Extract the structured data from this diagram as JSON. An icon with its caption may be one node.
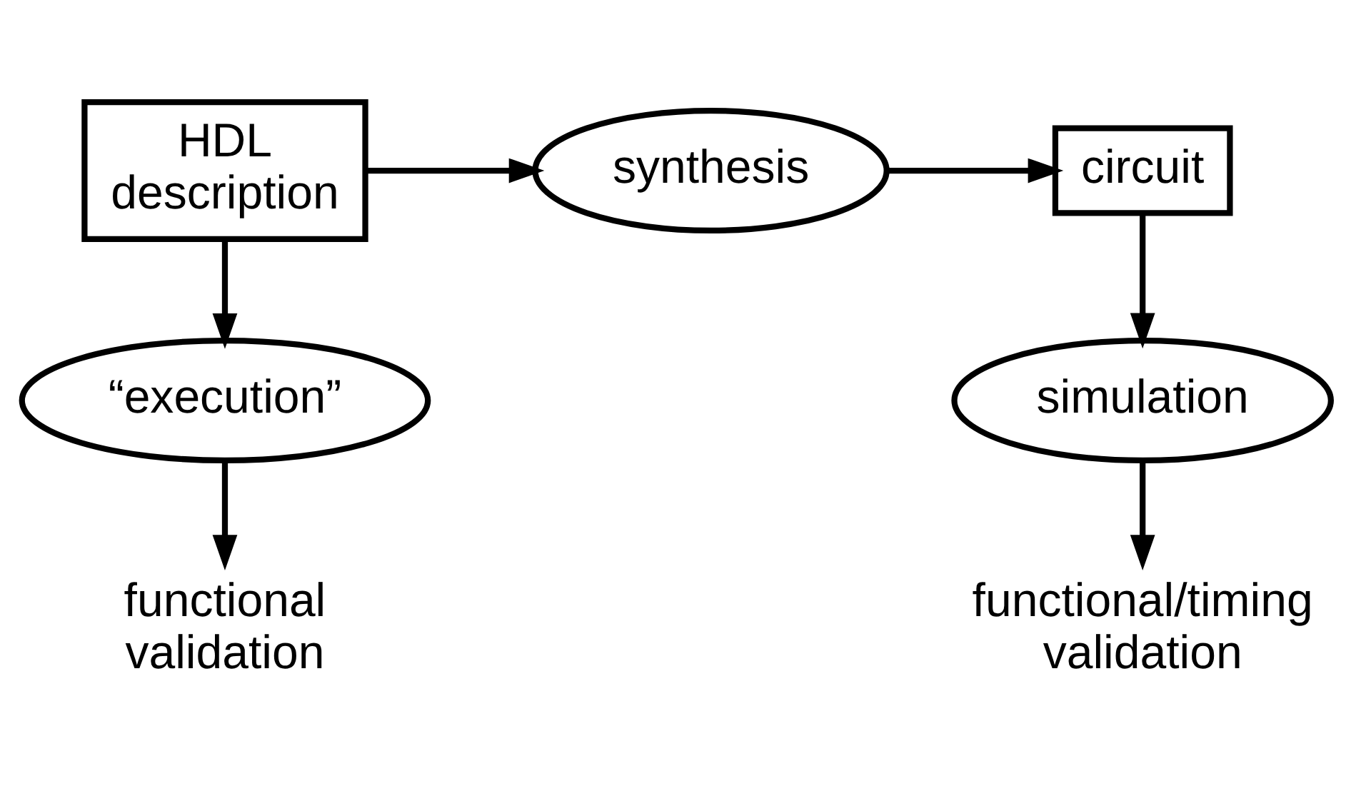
{
  "diagram": {
    "nodes": [
      {
        "text": [
          "HDL description"
        ]
      },
      {
        "text": [
          "synthesis"
        ]
      },
      {
        "text": [
          "circuit"
        ]
      },
      {
        "text": [
          "“execution”"
        ]
      },
      {
        "text": [
          "functional validation"
        ]
      },
      {
        "text": [
          "simulation"
        ]
      },
      {
        "text": [
          "functional/timing validation"
        ]
      }
    ],
    "edges": [
      {
        "from": 0,
        "to": 1,
        "arrow": "to"
      },
      {
        "from": 1,
        "to": 2,
        "arrow": "to"
      },
      {
        "from": 0,
        "to": 3,
        "arrow": "to"
      },
      {
        "from": 3,
        "to": 4,
        "arrow": "to"
      },
      {
        "from": 2,
        "to": 5,
        "arrow": "to"
      },
      {
        "from": 5,
        "to": 6,
        "arrow": "to"
      }
    ]
  }
}
